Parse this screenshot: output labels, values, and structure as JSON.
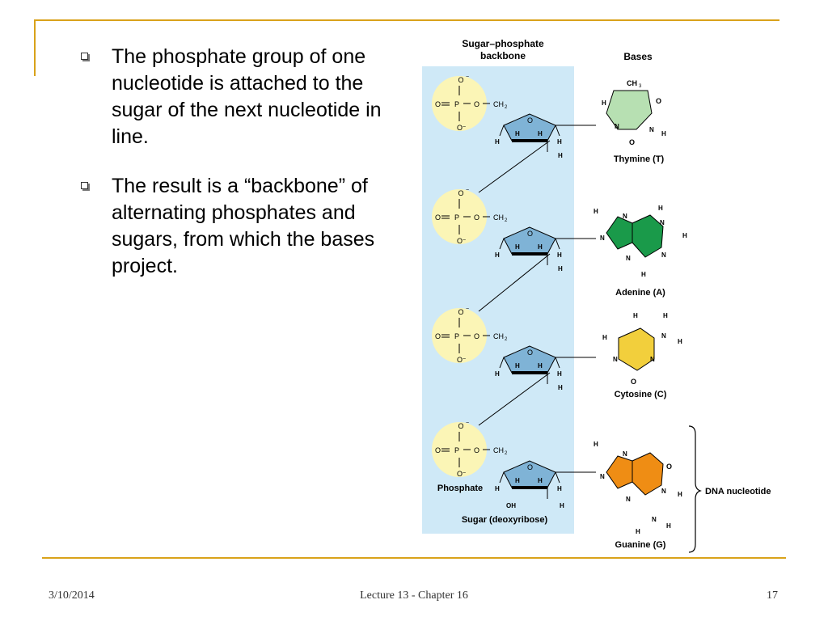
{
  "slide": {
    "bullets": [
      "The phosphate group of one nucleotide is attached to the sugar of the next nucleotide in line.",
      "The result is a “backbone” of alternating phosphates and sugars, from which the bases project."
    ]
  },
  "figure": {
    "header_backbone_line1": "Sugar–phosphate",
    "header_backbone_line2": "backbone",
    "header_bases": "Bases",
    "phosphate_label": "Phosphate",
    "sugar_label": "Sugar (deoxyribose)",
    "nucleotide_label": "DNA nucleotide",
    "bases": [
      {
        "name": "Thymine (T)",
        "color": "#b7e0b2"
      },
      {
        "name": "Adenine (A)",
        "color": "#1a9a4a"
      },
      {
        "name": "Cytosine (C)",
        "color": "#f2cf3c"
      },
      {
        "name": "Guanine (G)",
        "color": "#ef8d14"
      }
    ],
    "colors": {
      "backbone_band": "#cfe9f7",
      "phosphate_circle": "#fbf5b6",
      "sugar_ring": "#7fb3d6"
    }
  },
  "footer": {
    "date": "3/10/2014",
    "title": "Lecture 13 - Chapter 16",
    "page": "17"
  }
}
